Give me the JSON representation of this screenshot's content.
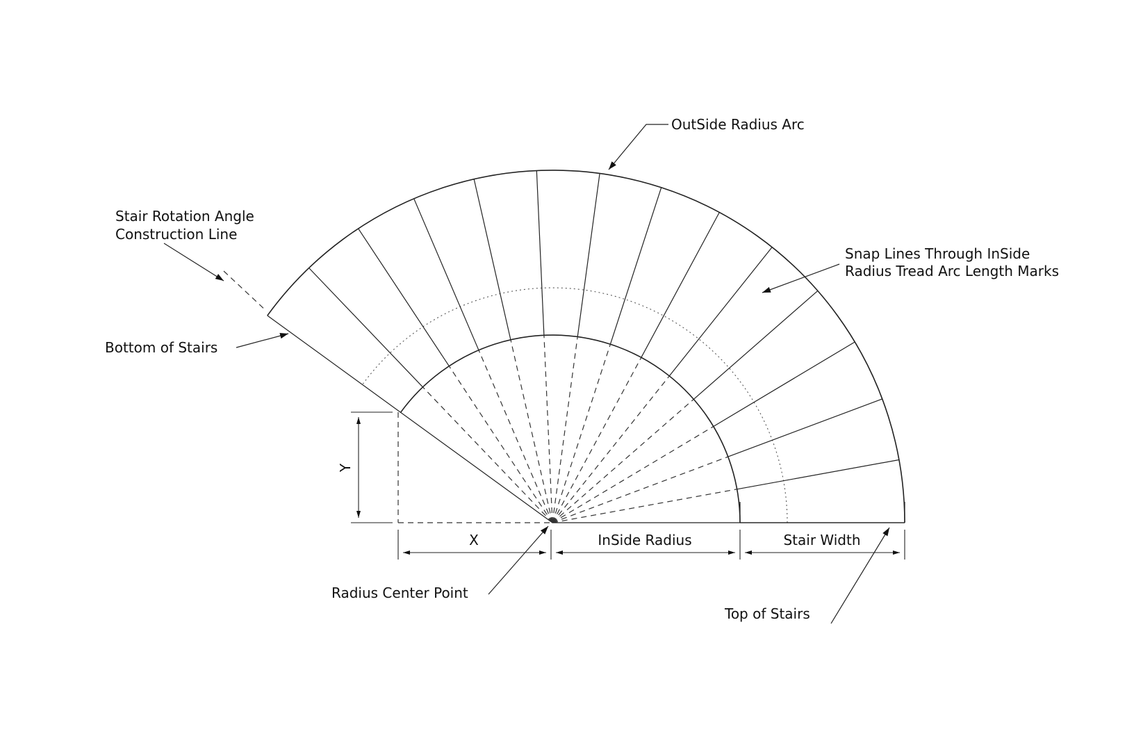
{
  "labels": {
    "outside_radius_arc": "OutSide Radius Arc",
    "rotation_line_1": "Stair Rotation Angle",
    "rotation_line_2": "Construction Line",
    "snap_lines_1": "Snap Lines Through InSide",
    "snap_lines_2": "Radius Tread Arc Length Marks",
    "bottom_of_stairs": "Bottom of Stairs",
    "dim_y": "Y",
    "dim_x": "X",
    "inside_radius": "InSide Radius",
    "stair_width": "Stair Width",
    "radius_center_point": "Radius Center Point",
    "top_of_stairs": "Top of Stairs"
  },
  "diagram": {
    "tread_count": 14,
    "stair_rotation_angle_deg": 144,
    "line_color": "#222222"
  }
}
